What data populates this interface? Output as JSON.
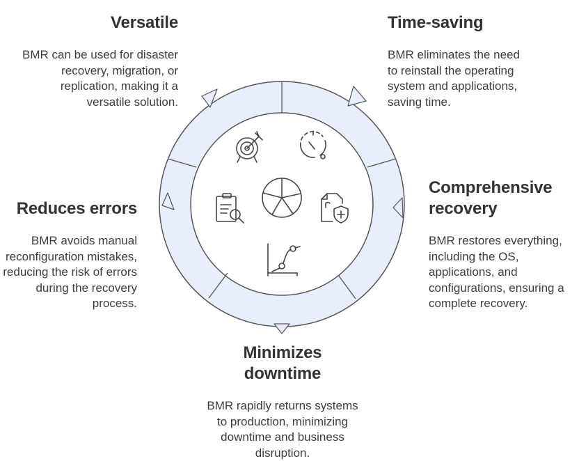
{
  "colors": {
    "ring_fill": "#e8eefb",
    "ring_stroke": "#555555",
    "inner_fill": "#ffffff",
    "text": "#3d3d3d",
    "title": "#333333"
  },
  "segments": [
    {
      "id": "versatile",
      "title": "Versatile",
      "description": "BMR can be used for disaster recovery, migration, or replication, making it a versatile solution.",
      "icon": "target-icon"
    },
    {
      "id": "time-saving",
      "title": "Time-saving",
      "description": "BMR eliminates the need to reinstall the operating system and applications, saving time.",
      "icon": "clock-icon"
    },
    {
      "id": "comprehensive-recovery",
      "title": "Comprehensive recovery",
      "description": "BMR restores everything, including the OS, applications, and configurations, ensuring a complete recovery.",
      "icon": "document-shield-icon"
    },
    {
      "id": "minimizes-downtime",
      "title": "Minimizes downtime",
      "description": "BMR rapidly returns systems to production, minimizing downtime and business disruption.",
      "icon": "growth-chart-icon"
    },
    {
      "id": "reduces-errors",
      "title": "Reduces errors",
      "description": "BMR avoids manual reconfiguration mistakes, reducing the risk of errors during the recovery process.",
      "icon": "clipboard-search-icon"
    }
  ],
  "center_icon": "pie-chart-icon"
}
